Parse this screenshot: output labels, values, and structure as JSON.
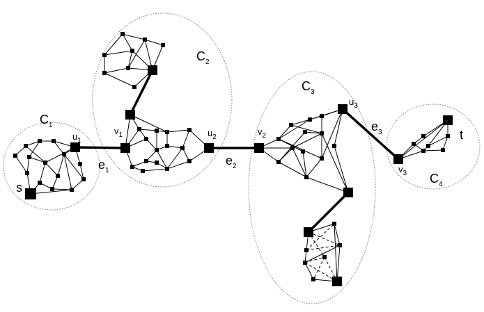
{
  "clusters": [
    {
      "id": "C1",
      "name": "C",
      "sub": "1"
    },
    {
      "id": "C2",
      "name": "C",
      "sub": "2"
    },
    {
      "id": "C3",
      "name": "C",
      "sub": "3"
    },
    {
      "id": "C4",
      "name": "C",
      "sub": "4"
    }
  ],
  "bridges": [
    {
      "id": "e1",
      "name": "e",
      "sub": "1",
      "from": "u1",
      "to": "v1"
    },
    {
      "id": "e2",
      "name": "e",
      "sub": "2",
      "from": "u2",
      "to": "v2"
    },
    {
      "id": "e3",
      "name": "e",
      "sub": "3",
      "from": "u3",
      "to": "v3"
    }
  ],
  "vertices": [
    {
      "id": "s",
      "name": "s",
      "sub": ""
    },
    {
      "id": "t",
      "name": "t",
      "sub": ""
    },
    {
      "id": "u1",
      "name": "u",
      "sub": "1"
    },
    {
      "id": "v1",
      "name": "v",
      "sub": "1"
    },
    {
      "id": "u2",
      "name": "u",
      "sub": "2"
    },
    {
      "id": "v2",
      "name": "v",
      "sub": "2"
    },
    {
      "id": "u3",
      "name": "u",
      "sub": "3"
    },
    {
      "id": "v3",
      "name": "v",
      "sub": "3"
    }
  ],
  "colors": {
    "ink": "#000000",
    "cluster_outline": "#777777",
    "background": "#ffffff"
  }
}
